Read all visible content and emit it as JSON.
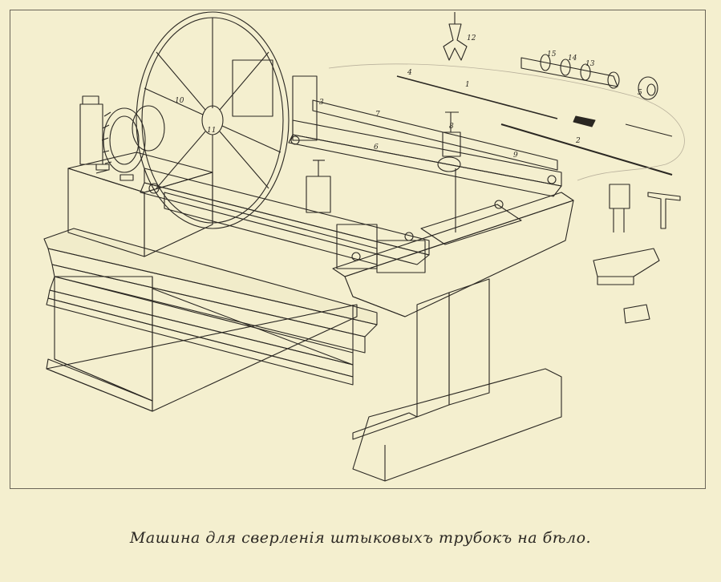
{
  "plate": {
    "caption": "Машина для сверленія штыковыхъ трубокъ на бѣло.",
    "colors": {
      "paper": "#f4efcf",
      "ink": "#2a2722",
      "frame": "#6a6558"
    }
  },
  "figure_labels": {
    "l1": "1",
    "l2": "2",
    "l3": "3",
    "l4": "4",
    "l5": "5",
    "l6": "6",
    "l7": "7",
    "l8": "8",
    "l9": "9",
    "l10": "10",
    "l11": "11",
    "l12": "12",
    "l13": "13",
    "l14": "14",
    "l15": "15"
  }
}
